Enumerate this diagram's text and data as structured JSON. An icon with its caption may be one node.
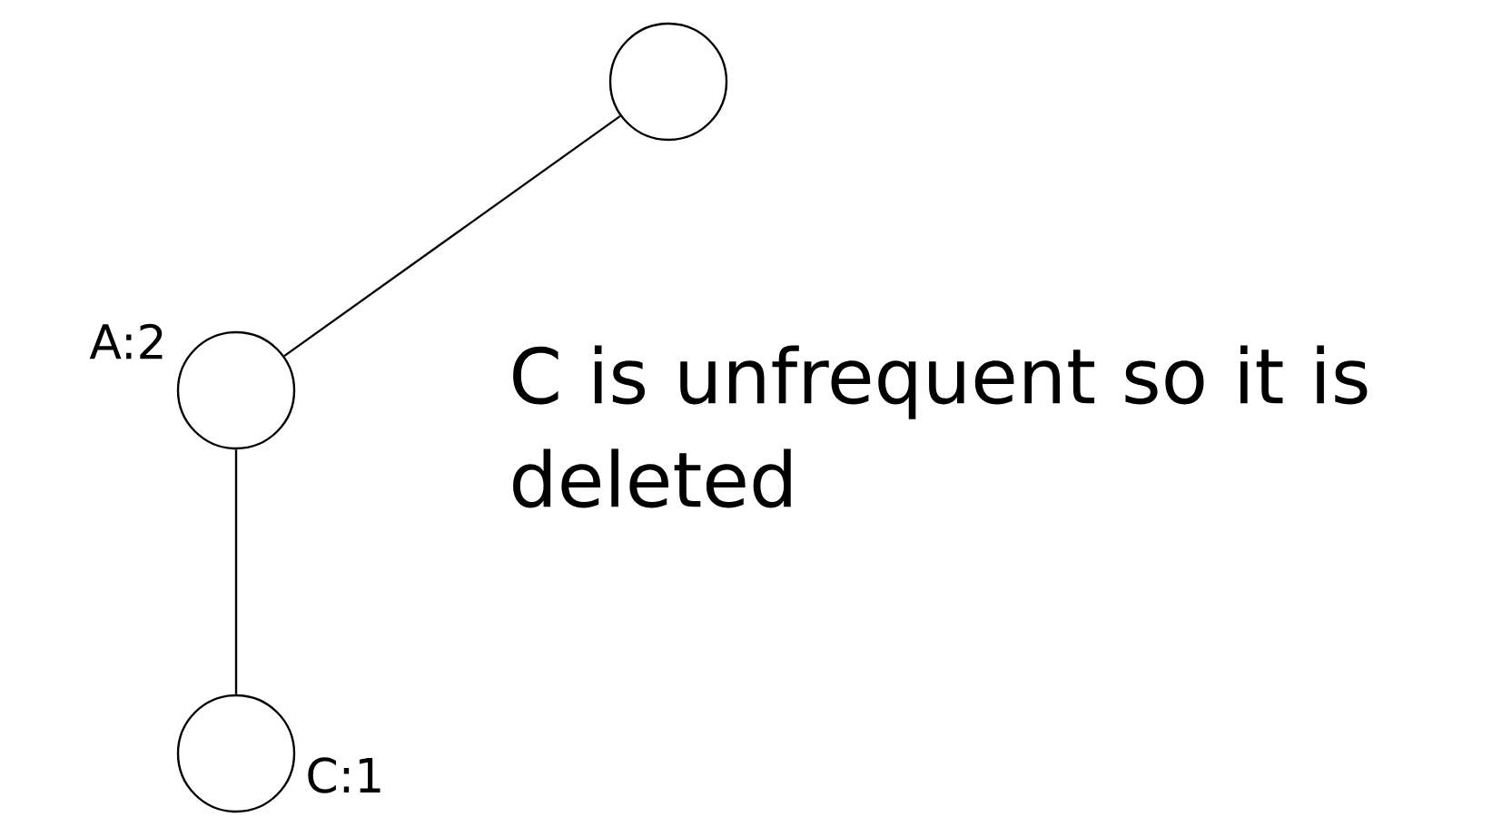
{
  "diagram": {
    "nodes": [
      {
        "text": [],
        "shape": "circle"
      },
      {
        "text": [],
        "shape": "circle",
        "beside": [
          "A:2"
        ]
      },
      {
        "text": [],
        "shape": "circle",
        "beside": [
          "C:1"
        ]
      }
    ],
    "edges": [
      {
        "from": 0,
        "to": 1,
        "arrow": "none"
      },
      {
        "from": 1,
        "to": 2,
        "arrow": "none"
      }
    ],
    "labels": [
      "C is unfrequent so it is deleted"
    ]
  }
}
